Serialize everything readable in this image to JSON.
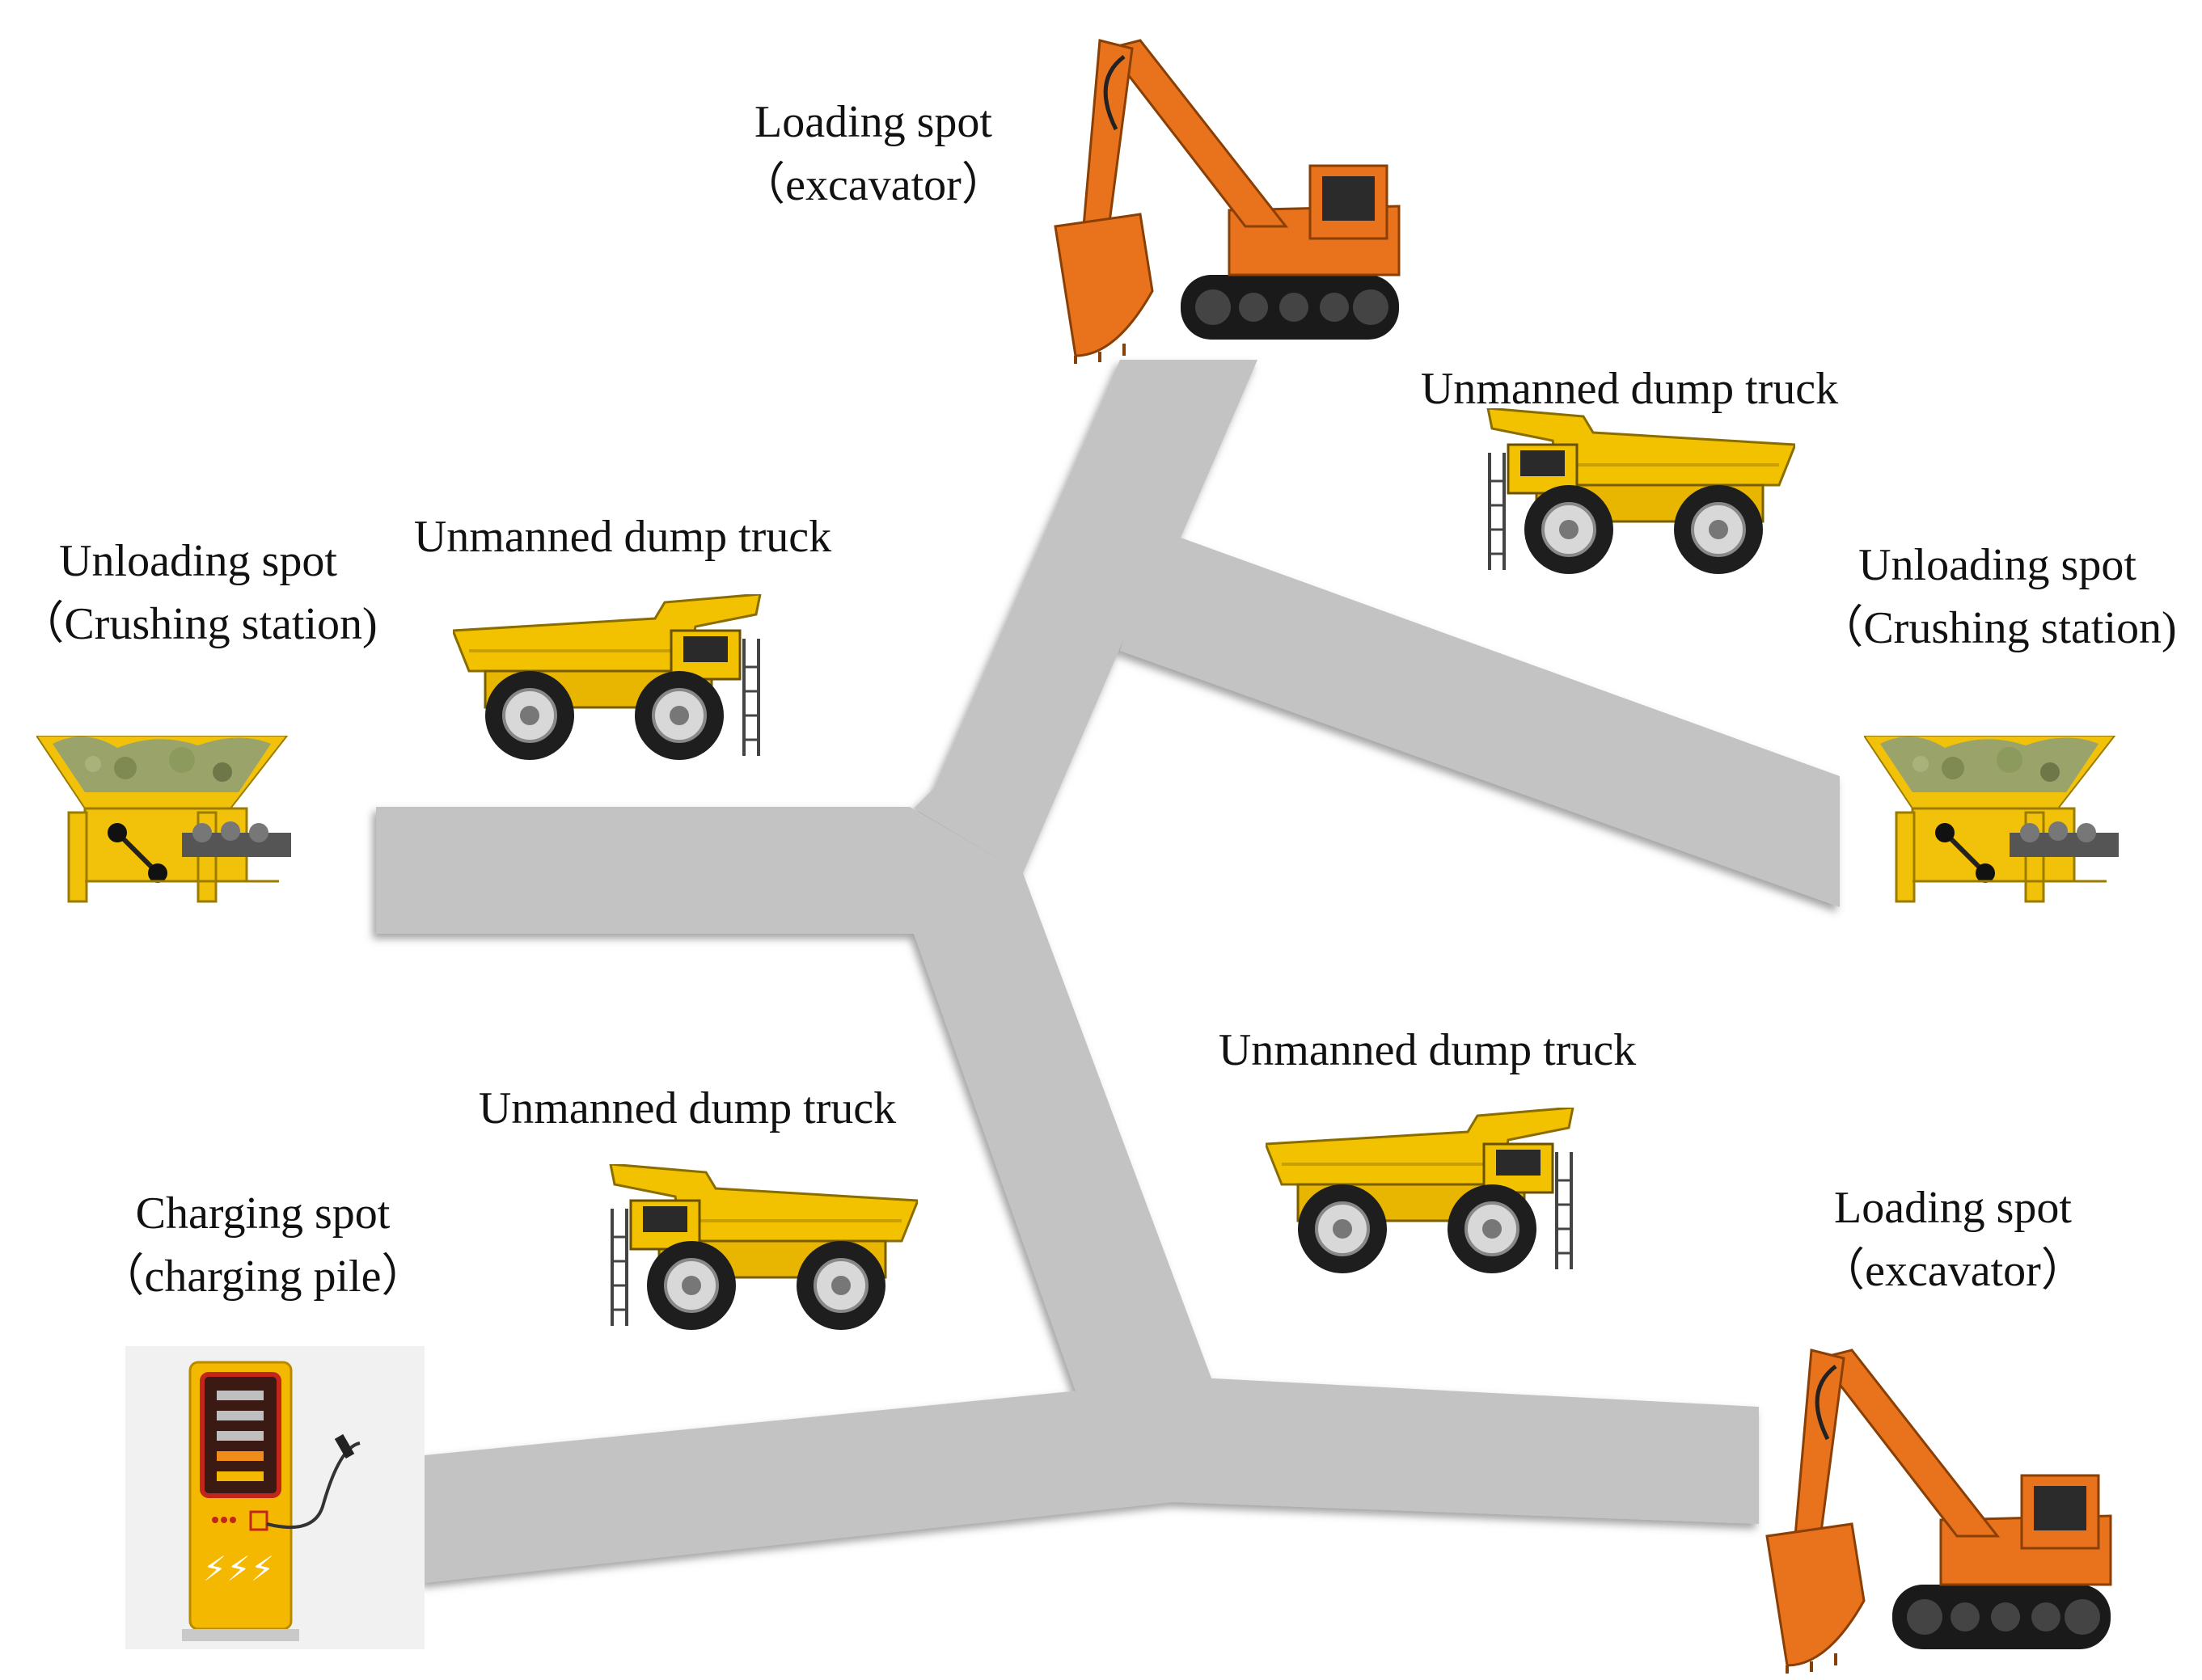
{
  "labels": {
    "loading_top": {
      "line1": "Loading spot",
      "line2": "（excavator）"
    },
    "unloading_left": {
      "line1": "Unloading spot",
      "line2": "（Crushing station)"
    },
    "unloading_right": {
      "line1": "Unloading spot",
      "line2": "（Crushing station)"
    },
    "charging": {
      "line1": "Charging spot",
      "line2": "（charging pile）"
    },
    "loading_bottom": {
      "line1": "Loading spot",
      "line2": "（excavator）"
    },
    "truck_1": "Unmanned dump truck",
    "truck_2": "Unmanned dump truck",
    "truck_3": "Unmanned dump truck",
    "truck_4": "Unmanned dump truck"
  },
  "icons": [
    "excavator-icon",
    "dump-truck-icon",
    "crushing-station-icon",
    "charging-pile-icon",
    "road-network"
  ],
  "colors": {
    "road": "#c3c3c3",
    "truck_yellow": "#f2c200",
    "excavator_orange": "#e8731c",
    "charger_yellow": "#f4b800",
    "text": "#111111"
  }
}
